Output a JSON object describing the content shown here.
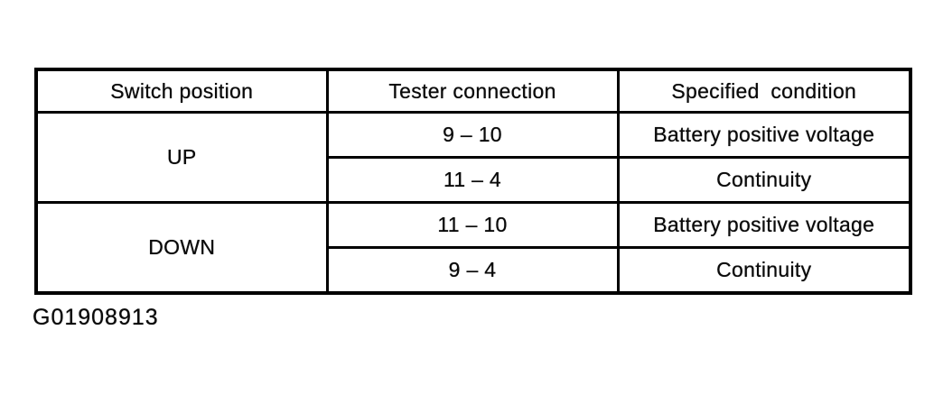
{
  "figure": {
    "caption": "G01908913"
  },
  "table": {
    "headers": [
      "Switch position",
      "Tester connection",
      "Specified condition"
    ],
    "groups": [
      {
        "switch_position": "UP",
        "rows": [
          {
            "tester_connection": "9 – 10",
            "specified_condition": "Battery positive voltage"
          },
          {
            "tester_connection": "11 – 4",
            "specified_condition": "Continuity"
          }
        ]
      },
      {
        "switch_position": "DOWN",
        "rows": [
          {
            "tester_connection": "11 – 10",
            "specified_condition": "Battery positive voltage"
          },
          {
            "tester_connection": "9 – 4",
            "specified_condition": "Continuity"
          }
        ]
      }
    ]
  }
}
